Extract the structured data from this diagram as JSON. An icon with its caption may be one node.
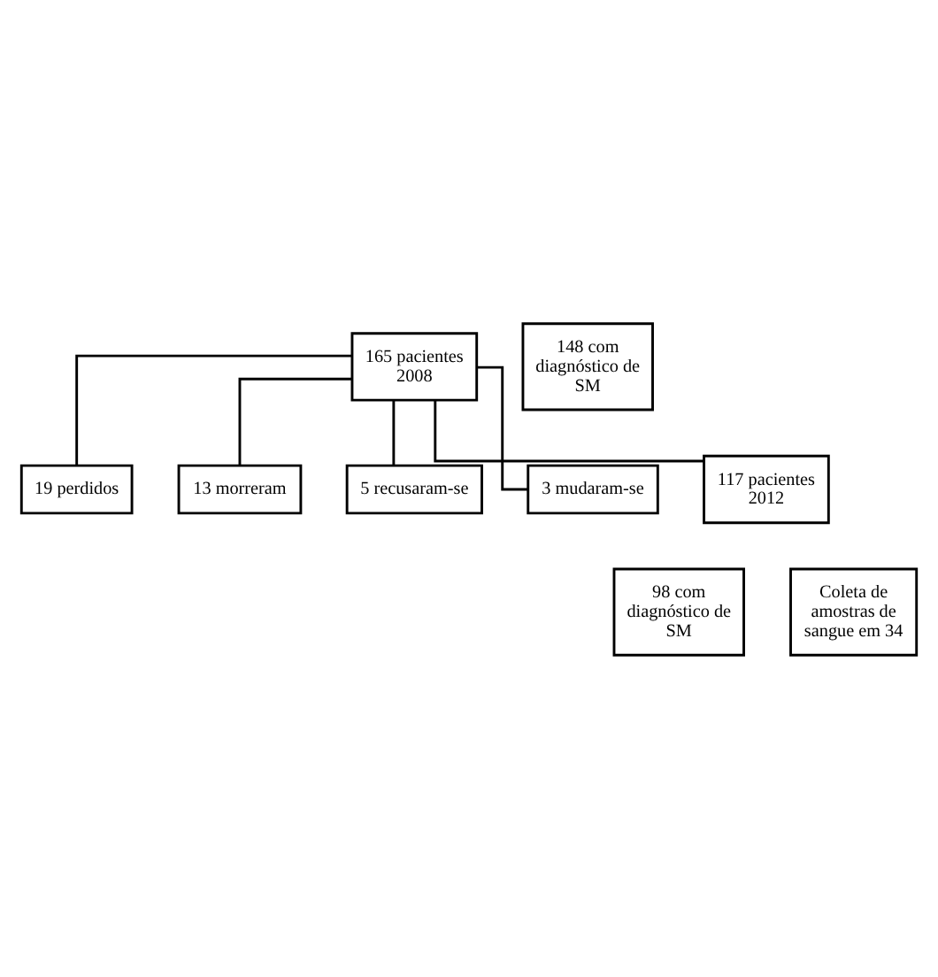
{
  "diagram": {
    "nodes": [
      {
        "text": [
          "165 pacientes 2008"
        ]
      },
      {
        "text": [
          "148 com diagnóstico de SM"
        ]
      },
      {
        "text": [
          "19 perdidos"
        ]
      },
      {
        "text": [
          "13 morreram"
        ]
      },
      {
        "text": [
          "5 recusaram-se"
        ]
      },
      {
        "text": [
          "3 mudaram-se"
        ]
      },
      {
        "text": [
          "117 pacientes 2012"
        ]
      },
      {
        "text": [
          "98 com diagnóstico de SM"
        ]
      },
      {
        "text": [
          "Coleta de amostras de sangue em 34"
        ]
      }
    ],
    "edges": [
      {
        "from": 0,
        "to": 2,
        "arrow": "none"
      },
      {
        "from": 0,
        "to": 3,
        "arrow": "none"
      },
      {
        "from": 0,
        "to": 4,
        "arrow": "none"
      },
      {
        "from": 0,
        "to": 5,
        "arrow": "none"
      },
      {
        "from": 0,
        "to": 6,
        "arrow": "none"
      }
    ]
  }
}
